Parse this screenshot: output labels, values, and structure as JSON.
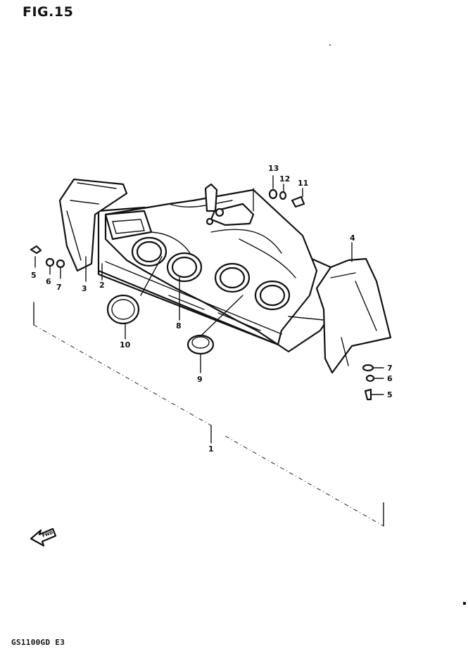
{
  "figure": {
    "title": "FIG.15",
    "model_code": "GS1100GD E3"
  },
  "callouts": {
    "c1": "1",
    "c2": "2",
    "c3": "3",
    "c4": "4",
    "c5_left": "5",
    "c6_left": "6",
    "c7_left": "7",
    "c5_right": "5",
    "c6_right": "6",
    "c7_right": "7",
    "c8": "8",
    "c9": "9",
    "c10": "10",
    "c11": "11",
    "c12": "12",
    "c13": "13"
  },
  "icons": {
    "front_arrow": "fwd-arrow-icon"
  }
}
